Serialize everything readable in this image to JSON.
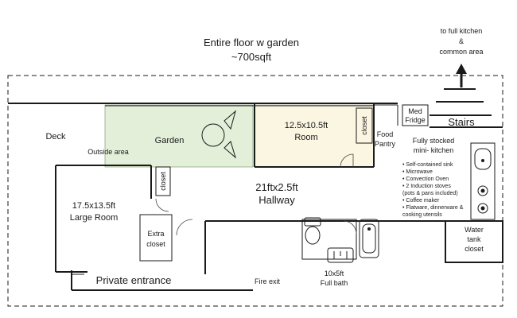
{
  "header": {
    "title_line1": "Entire floor w garden",
    "title_line2": "~700sqft"
  },
  "kitchen_note": {
    "line1": "to full kitchen",
    "line2": "&",
    "line3": "common area"
  },
  "rooms": {
    "deck": "Deck",
    "outside_area": "Outside area",
    "garden": "Garden",
    "room_size": "12.5x10.5ft",
    "room_label": "Room",
    "closet_room": "closet",
    "food_pantry_1": "Food",
    "food_pantry_2": "Pantry",
    "med_fridge_1": "Med",
    "med_fridge_2": "Fridge",
    "stairs": "Stairs",
    "large_room_size": "17.5x13.5ft",
    "large_room_label": "Large Room",
    "closet_large": "closet",
    "extra_closet_1": "Extra",
    "extra_closet_2": "closet",
    "hallway_size": "21ftx2.5ft",
    "hallway_label": "Hallway",
    "private_entrance": "Private entrance",
    "fire_exit": "Fire exit",
    "bath_size": "10x5ft",
    "bath_label": "Full bath",
    "water_tank_1": "Water",
    "water_tank_2": "tank",
    "water_tank_3": "closet"
  },
  "mini_kitchen": {
    "title_line1": "Fully stocked",
    "title_line2": "mini- kitchen",
    "features": [
      "• Self-contained sink",
      "• Microwave",
      "• Convection Oven",
      "• 2 Induction stoves",
      "(pots & pans included)",
      "• Coffee maker",
      "• Flatware, dinnerware &",
      "cooking utensils"
    ]
  },
  "colors": {
    "garden_fill": "#e3efd9",
    "room_fill": "#fbf6e2",
    "wall": "#1a1a1a"
  }
}
